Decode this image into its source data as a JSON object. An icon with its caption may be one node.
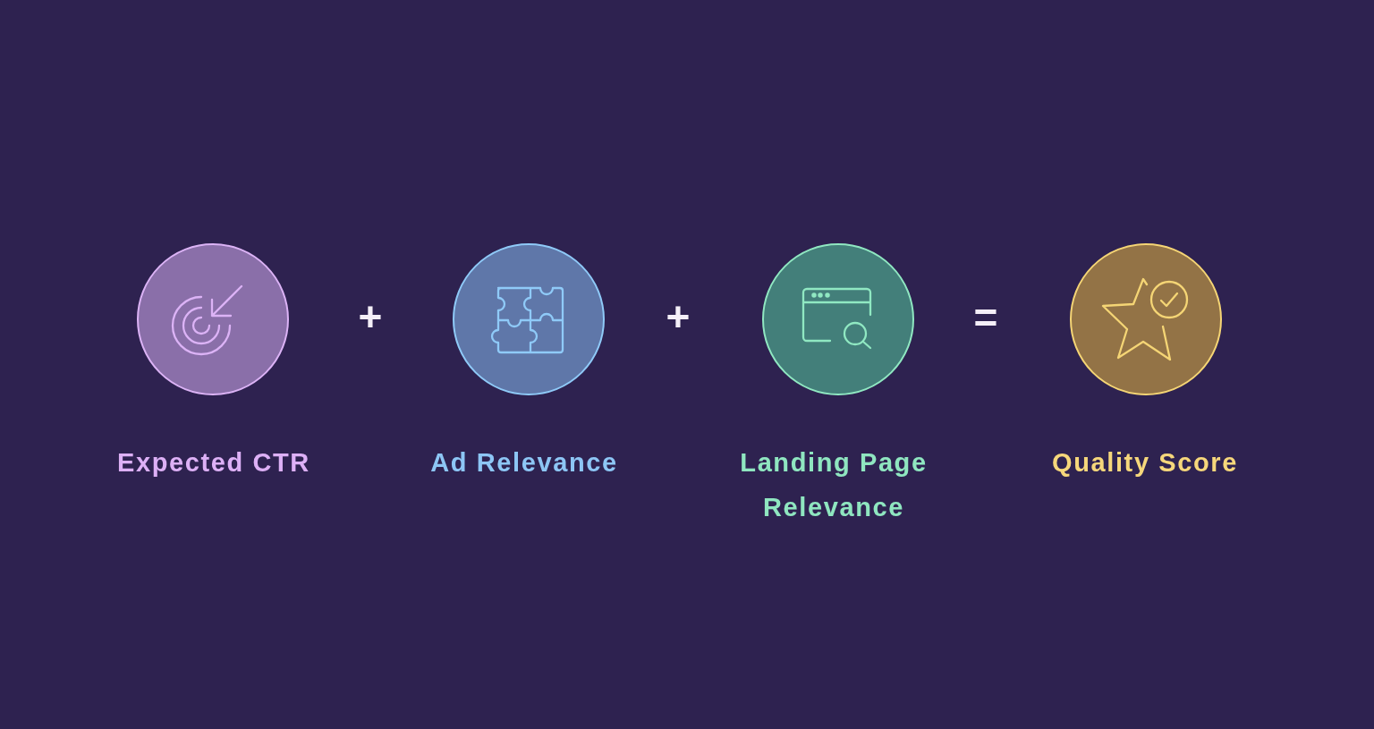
{
  "diagram": {
    "nodes": [
      {
        "text": [
          "Expected CTR"
        ]
      },
      {
        "text": [
          "Ad Relevance"
        ]
      },
      {
        "text": [
          "Landing Page Relevance"
        ]
      },
      {
        "text": [
          "Quality Score"
        ]
      }
    ],
    "labels": [
      "+",
      "+",
      "="
    ]
  }
}
